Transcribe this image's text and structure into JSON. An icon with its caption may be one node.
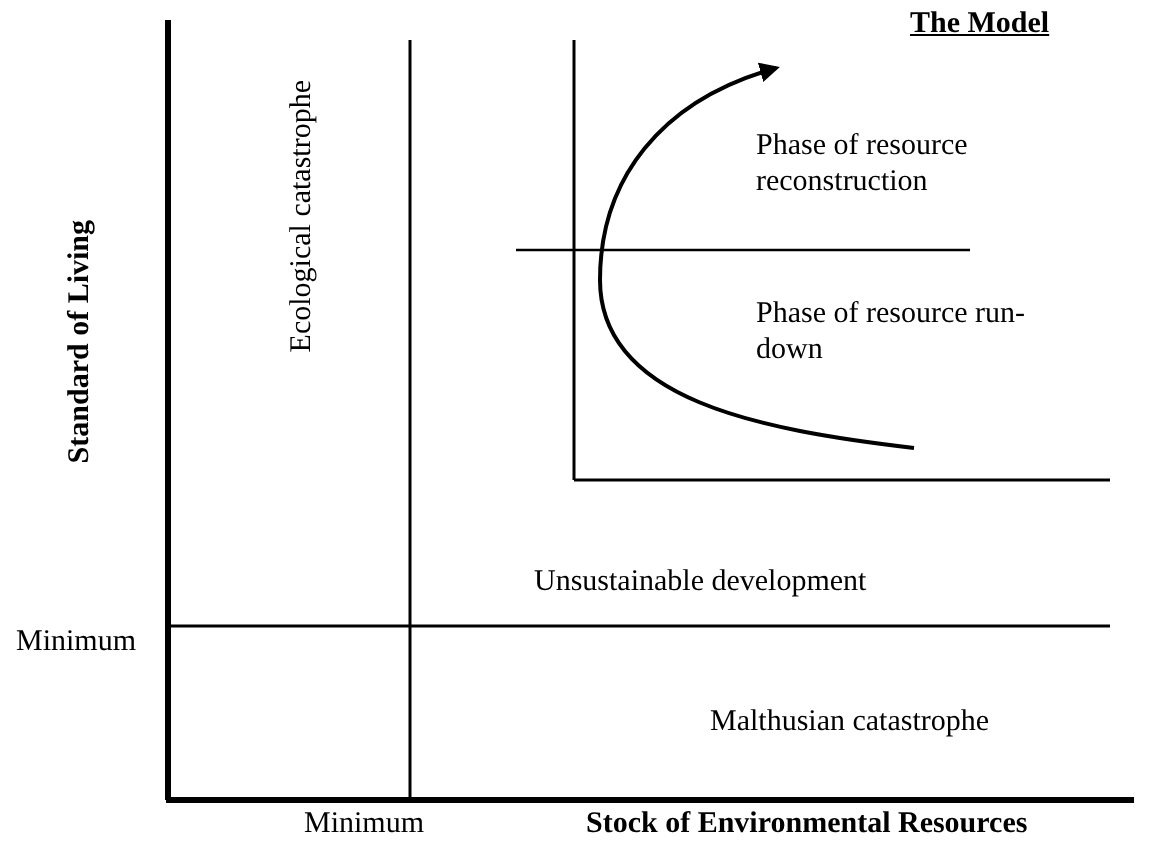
{
  "diagram": {
    "title": "The Model",
    "labels": [
      "Phase of resource reconstruction",
      "Phase of resource run-down",
      "Standard of Living",
      "Ecological catastrophe",
      "Unsustainable development",
      "Minimum",
      "Malthusian catastrophe",
      "Minimum",
      "Stock of Environmental Resources"
    ]
  }
}
